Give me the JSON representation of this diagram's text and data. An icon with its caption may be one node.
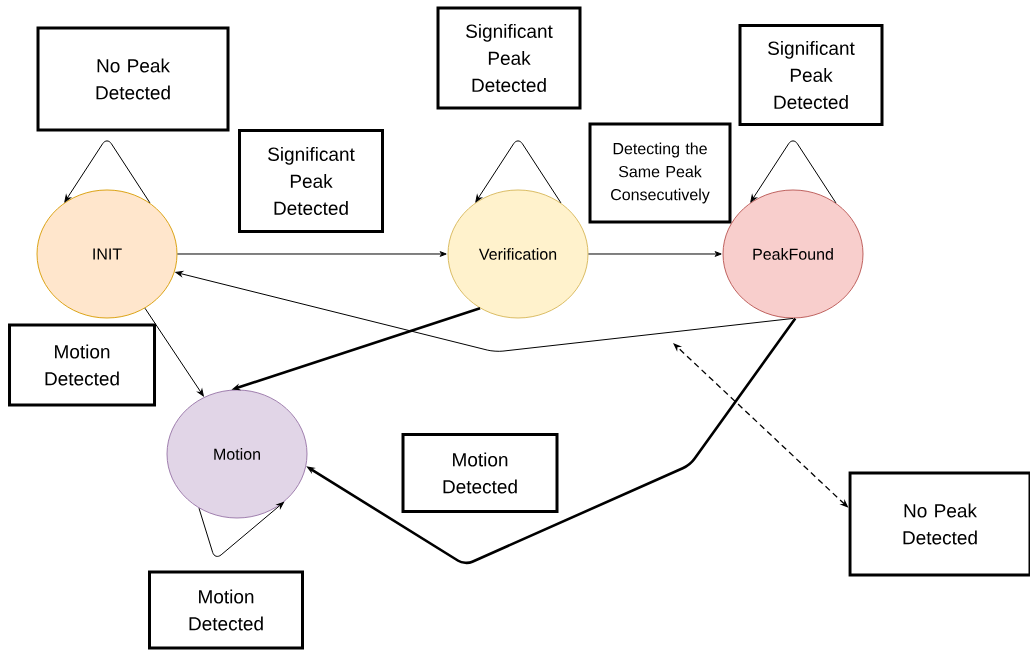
{
  "diagram": {
    "nodes": [
      {
        "text": [
          "No Peak Detected"
        ]
      },
      {
        "text": [
          "Significant Peak Detected"
        ]
      },
      {
        "text": [
          "Significant Peak Detected"
        ]
      },
      {
        "text": [
          "Significant Peak Detected"
        ]
      },
      {
        "text": [
          "Detecting the Same Peak Consecutively"
        ]
      },
      {
        "text": [
          "INIT"
        ]
      },
      {
        "text": [
          "Verification"
        ]
      },
      {
        "text": [
          "PeakFound"
        ]
      },
      {
        "text": [
          "Motion Detected"
        ]
      },
      {
        "text": [
          "Motion"
        ]
      },
      {
        "text": [
          "Motion Detected"
        ]
      },
      {
        "text": [
          "No Peak Detected"
        ]
      },
      {
        "text": [
          "Motion Detected"
        ]
      }
    ],
    "edges": [
      {
        "from": 5,
        "to": 5,
        "arrow": "to"
      },
      {
        "from": 5,
        "to": 6,
        "arrow": "to"
      },
      {
        "from": 6,
        "to": 6,
        "arrow": "to"
      },
      {
        "from": 6,
        "to": 7,
        "arrow": "to"
      },
      {
        "from": 7,
        "to": 7,
        "arrow": "to"
      },
      {
        "from": 7,
        "to": 5,
        "arrow": "to"
      },
      {
        "from": 6,
        "to": 9,
        "arrow": "to",
        "style": "thick"
      },
      {
        "from": 5,
        "to": 9,
        "arrow": "to"
      },
      {
        "from": 9,
        "to": 9,
        "arrow": "to"
      },
      {
        "from": 7,
        "to": 9,
        "arrow": "to",
        "style": "thick"
      },
      {
        "from": 11,
        "to": null,
        "arrow": "both",
        "style": "dashed"
      }
    ]
  }
}
